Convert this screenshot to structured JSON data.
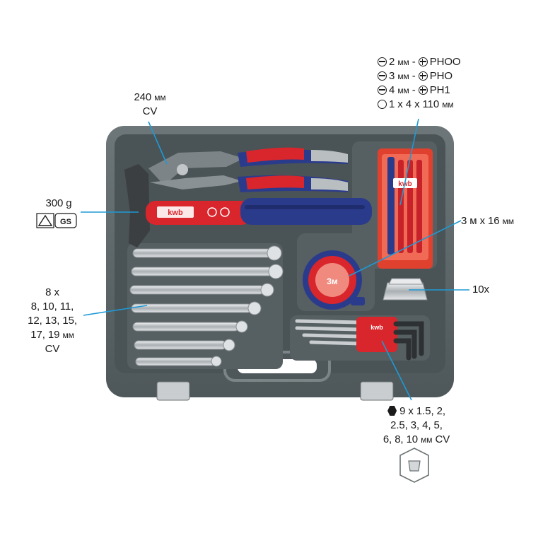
{
  "pliers_label": {
    "size": "240",
    "unit": "мм",
    "material": "CV"
  },
  "hammer_label": {
    "weight": "300 g",
    "cert_icons": [
      "triangle-cert-icon",
      "gs-cert-icon"
    ]
  },
  "screwdriver_specs": [
    {
      "slot": "2",
      "unit": "мм",
      "sep": "-",
      "phillips": "PHOO"
    },
    {
      "slot": "3",
      "unit": "мм",
      "sep": "-",
      "phillips": "PHO"
    },
    {
      "slot": "4",
      "unit": "мм",
      "sep": "-",
      "phillips": "PH1"
    },
    {
      "circle_spec": "1 x 4 x 110",
      "unit": "мм"
    }
  ],
  "tape_label": {
    "text": "3 м x 16",
    "unit": "мм"
  },
  "blades_label": "10x",
  "wrenches_label": {
    "line1": "8 x",
    "line2": "8, 10, 11,",
    "line3": "12, 13, 15,",
    "line4": "17, 19",
    "unit": "мм",
    "material": "CV"
  },
  "hex_keys_label": {
    "line1": "9 x 1.5, 2,",
    "line2": "2.5, 3, 4, 5,",
    "line3": "6, 8, 10",
    "unit": "мм",
    "material": "CV"
  },
  "brand": "kwb",
  "tape_face": "3м",
  "colors": {
    "case": "#5b6466",
    "red": "#d8262c",
    "blue": "#2b3b8c",
    "pointer": "#1e9ad6"
  }
}
